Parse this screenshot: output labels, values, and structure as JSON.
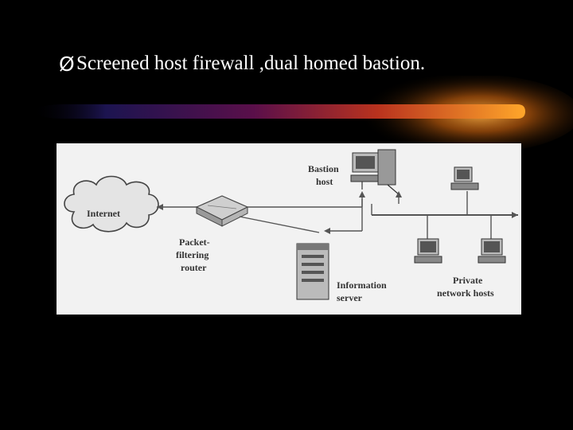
{
  "slide": {
    "bullet": "Ø",
    "title": "Screened host firewall ,dual homed bastion."
  },
  "diagram": {
    "labels": {
      "internet": "Internet",
      "router_line1": "Packet-",
      "router_line2": "filtering",
      "router_line3": "router",
      "bastion_line1": "Bastion",
      "bastion_line2": "host",
      "info_line1": "Information",
      "info_line2": "server",
      "private_line1": "Private",
      "private_line2": "network hosts"
    }
  },
  "colors": {
    "background": "#000000",
    "bar_left": "#2a1a6e",
    "bar_mid": "#8a0f3a",
    "bar_right": "#ff9a1a",
    "panel": "#f2f2f2"
  }
}
